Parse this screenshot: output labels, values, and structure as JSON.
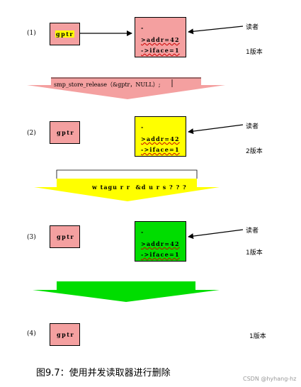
{
  "steps": [
    {
      "label": "(1)",
      "gptr": "gptr",
      "lines": [
        "-",
        ">addr=42",
        "->iface=1"
      ],
      "reader": "读者",
      "version": "1版本"
    },
    {
      "label": "(2)",
      "gptr": "gptr",
      "lines": [
        "-",
        ">addr=42",
        "->iface=1"
      ],
      "reader": "读者",
      "version": "2版本"
    },
    {
      "label": "(3)",
      "gptr": "gptr",
      "lines": [
        "-",
        ">addr=42",
        "->iface=1"
      ],
      "reader": "读者",
      "version": "1版本"
    },
    {
      "label": "(4)",
      "gptr": "gptr",
      "version": "1版本"
    }
  ],
  "operations": {
    "op1": "smp_store_release（&gptr，NULL）;",
    "op2": "w  tagu r  r   &d u r s ? ? ?"
  },
  "colors": {
    "pink": "#f4a0a0",
    "yellow": "#ffff00",
    "green": "#00dd00"
  },
  "caption": "图9.7：使用并发读取器进行删除",
  "watermark": "CSDN @hyhang-hz"
}
